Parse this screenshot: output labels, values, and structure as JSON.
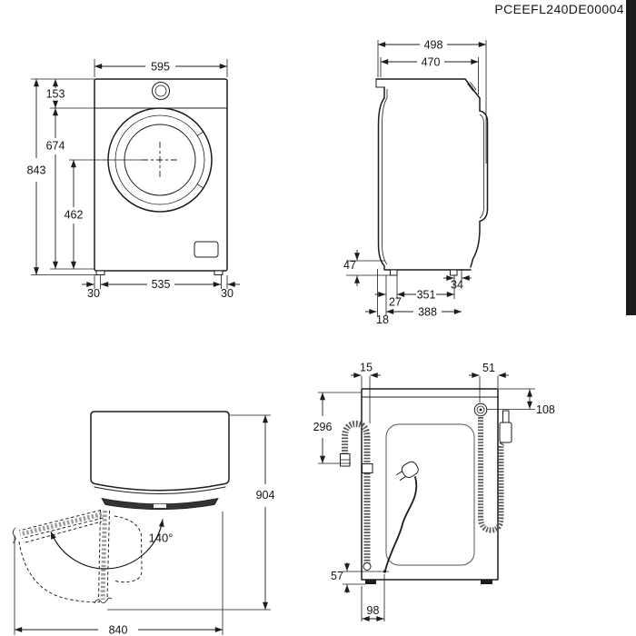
{
  "meta": {
    "code": "PCEEFL240DE00004"
  },
  "colors": {
    "line": "#1c1c1c",
    "hose": "#5a5a5a",
    "door_band": "#333333",
    "edge_strip": "#000000",
    "background": "#ffffff"
  },
  "views": {
    "front": {
      "dims": {
        "width": "595",
        "top_to_panel": "153",
        "panel_to_base": "674",
        "height": "843",
        "door_center_to_base": "462",
        "foot_inset_left": "30",
        "feet_distance": "535",
        "foot_inset_right": "30"
      }
    },
    "side": {
      "dims": {
        "depth_total": "498",
        "depth_body": "470",
        "foot_height": "47",
        "foot_inset_front": "34",
        "feet_distance": "351",
        "foot_inset_rear": "27",
        "base_depth": "388",
        "rear_overhang": "18"
      }
    },
    "top": {
      "dims": {
        "door_angle": "140°",
        "depth_door_open": "904",
        "width_door_open": "840"
      }
    },
    "rear": {
      "dims": {
        "drain_hose_from_left": "15",
        "inlet_from_right": "51",
        "inlet_from_top": "108",
        "drain_hose_reach": "296",
        "cord_from_base": "57",
        "cord_from_left": "98"
      }
    }
  }
}
